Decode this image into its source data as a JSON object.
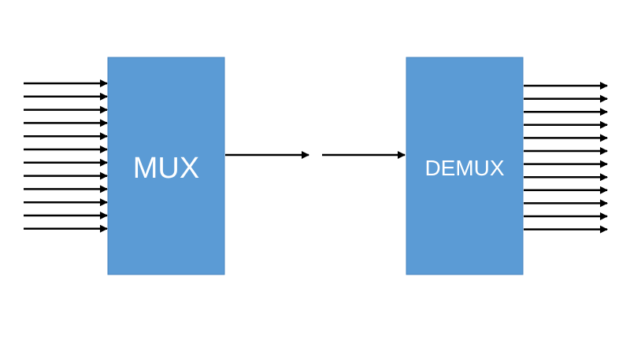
{
  "blocks": {
    "mux": {
      "label": "MUX",
      "fill": "#5b9bd5",
      "border": "#4a86c0"
    },
    "demux": {
      "label": "DEMUX",
      "fill": "#5b9bd5",
      "border": "#4a86c0"
    }
  },
  "signals": {
    "input_line_count": 12,
    "output_line_count": 12,
    "line_color": "#000000"
  }
}
